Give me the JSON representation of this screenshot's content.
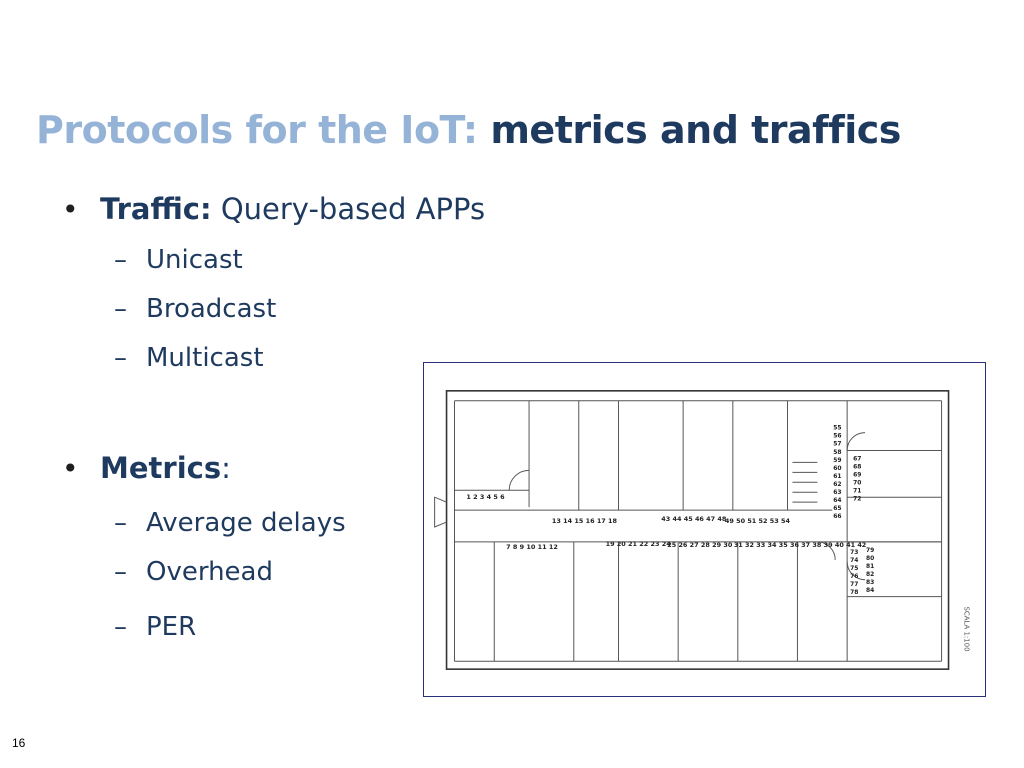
{
  "slide": {
    "title_prefix": "Protocols for the IoT:",
    "title_main": "metrics and traffics",
    "number": "16"
  },
  "bullets": {
    "traffic": {
      "label": "Traffic:",
      "text": "Query-based APPs",
      "items": [
        "Unicast",
        "Broadcast",
        "Multicast"
      ]
    },
    "metrics": {
      "label": "Metrics",
      "suffix": ":",
      "items": [
        "Average delays",
        "Overhead",
        "PER"
      ]
    }
  },
  "floorplan": {
    "scale_label": "SCALA 1:100",
    "node_groups": [
      "1 2 3 4 5 6",
      "13 14 15 16 17 18",
      "43 44 45 46 47 48",
      "49 50 51 52 53 54",
      "7 8 9 10 11 12",
      "19 20 21 22 23 24",
      "25 26 27 28 29 30",
      "31 32 33 34 35 36 37 38 39 40 41 42"
    ],
    "column_a": [
      "55",
      "56",
      "57",
      "58",
      "59",
      "60",
      "61",
      "62",
      "63",
      "64",
      "65",
      "66"
    ],
    "column_b": [
      "67",
      "68",
      "69",
      "70",
      "71",
      "72"
    ],
    "column_c": [
      "73",
      "74",
      "75",
      "76",
      "77",
      "78"
    ],
    "column_d": [
      "79",
      "80",
      "81",
      "82",
      "83",
      "84"
    ]
  }
}
